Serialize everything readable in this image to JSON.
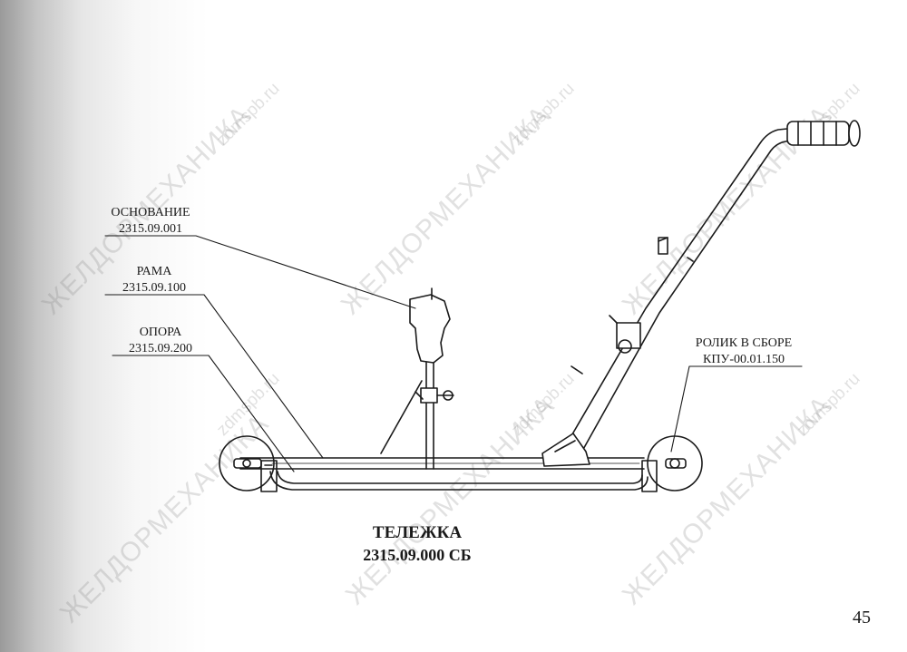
{
  "callouts": {
    "osnovanie": {
      "name": "ОСНОВАНИЕ",
      "code": "2315.09.001"
    },
    "rama": {
      "name": "РАМА",
      "code": "2315.09.100"
    },
    "opora": {
      "name": "ОПОРА",
      "code": "2315.09.200"
    },
    "rolik": {
      "name": "РОЛИК В СБОРЕ",
      "code": "КПУ-00.01.150"
    }
  },
  "title": {
    "name": "ТЕЛЕЖКА",
    "code": "2315.09.000 СБ"
  },
  "page_number": "45",
  "watermarks": {
    "brand": "ЖЕЛДОРМЕХАНИКА",
    "site": "zdmspb.ru"
  }
}
